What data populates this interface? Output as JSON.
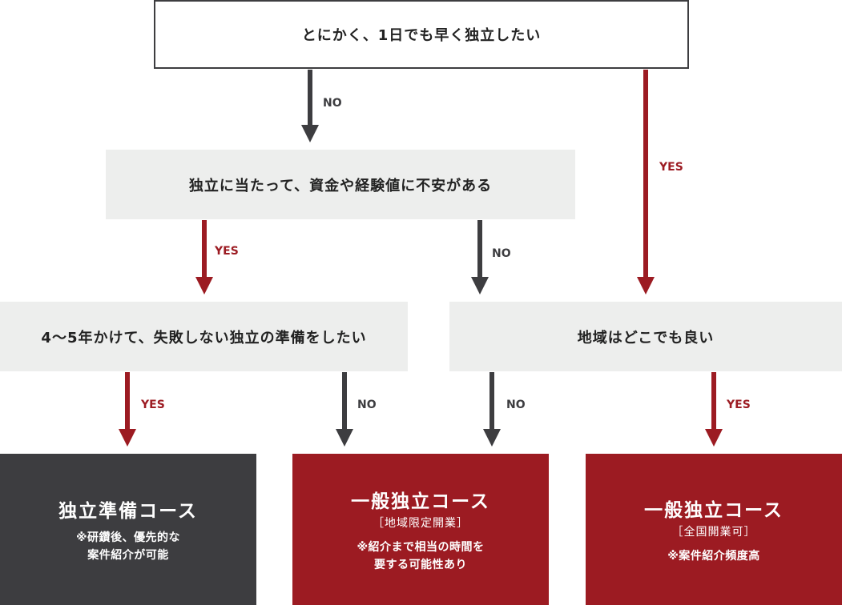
{
  "colors": {
    "dark": "#3d3d40",
    "red": "#9c1b22",
    "gray_box": "#edeeed"
  },
  "nodes": {
    "q1": "とにかく、1日でも早く独立したい",
    "q2": "独立に当たって、資金や経験値に不安がある",
    "q3": "4～5年かけて、失敗しない独立の準備をしたい",
    "q4": "地域はどこでも良い"
  },
  "results": [
    {
      "title": "独立準備コース",
      "subtitle": "",
      "note_lines": [
        "※研鑽後、優先的な",
        "案件紹介が可能"
      ]
    },
    {
      "title": "一般独立コース",
      "subtitle": "［地域限定開業］",
      "note_lines": [
        "※紹介まで相当の時間を",
        "要する可能性あり"
      ]
    },
    {
      "title": "一般独立コース",
      "subtitle": "［全国開業可］",
      "note_lines": [
        "※案件紹介頻度高"
      ]
    }
  ],
  "edges": [
    {
      "from": "q1",
      "to": "q2",
      "label": "NO"
    },
    {
      "from": "q1",
      "to": "q4",
      "label": "YES"
    },
    {
      "from": "q2",
      "to": "q3",
      "label": "YES"
    },
    {
      "from": "q2",
      "to": "q4",
      "label": "NO"
    },
    {
      "from": "q3",
      "to": "result-1",
      "label": "YES"
    },
    {
      "from": "q3",
      "to": "result-2",
      "label": "NO"
    },
    {
      "from": "q4",
      "to": "result-2",
      "label": "NO"
    },
    {
      "from": "q4",
      "to": "result-3",
      "label": "YES"
    }
  ]
}
